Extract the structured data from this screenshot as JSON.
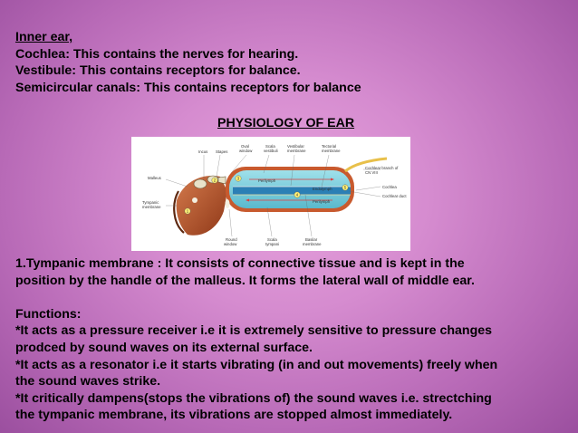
{
  "inner_ear": {
    "heading": "Inner ear,",
    "lines": [
      "Cochlea: This contains the nerves for hearing.",
      "Vestibule: This contains receptors for balance.",
      "Semicircular canals: This contains receptors for balance"
    ]
  },
  "section_title": "PHYSIOLOGY OF EAR",
  "diagram": {
    "labels": {
      "incus": "Incus",
      "stapes": "Stapes",
      "oval_window_1": "Oval",
      "oval_window_2": "window",
      "scala_vestibuli_1": "Scala",
      "scala_vestibuli_2": "vestibuli",
      "vestibular_membrane_1": "Vestibular",
      "vestibular_membrane_2": "membrane",
      "tectorial_membrane_1": "Tectorial",
      "tectorial_membrane_2": "membrane",
      "malleus": "Malleus",
      "tympanic_membrane_1": "Tympanic",
      "tympanic_membrane_2": "membrane",
      "cochlear_branch_1": "Cochlear branch of",
      "cochlear_branch_2": "CN VIII",
      "cochlea": "Cochlea",
      "cochlear_duct": "Cochlear duct",
      "perilymph_top": "Perilymph",
      "endolymph": "Endolymph",
      "perilymph_bottom": "Perilymph",
      "round_window_1": "Round",
      "round_window_2": "window",
      "scala_tympani_1": "Scala",
      "scala_tympani_2": "tympani",
      "basilar_membrane_1": "Basilar",
      "basilar_membrane_2": "membrane"
    },
    "steps": [
      "1",
      "2",
      "3",
      "4",
      "5"
    ]
  },
  "tympanic": {
    "line1": "1.Tympanic membrane : It consists of connective tissue and is kept in the",
    "line2": "position by the handle of the malleus. It forms the lateral wall of middle ear."
  },
  "functions": {
    "heading": "Functions:",
    "lines": [
      "*It acts as a pressure receiver i.e it is extremely sensitive to pressure changes",
      "prodced by sound waves on its external surface.",
      "*It acts as a resonator i.e it starts vibrating (in and out movements) freely when",
      "the sound waves strike.",
      "*It critically dampens(stops the vibrations of) the sound waves i.e. strectching",
      "the tympanic membrane, its vibrations are stopped almost immediately."
    ]
  },
  "colors": {
    "background_center": "#e7a3dd",
    "background_edge": "#9b4f9f",
    "perilymph": "#6fc7d8",
    "endolymph": "#2b7fb5",
    "bone": "#b5542a"
  }
}
